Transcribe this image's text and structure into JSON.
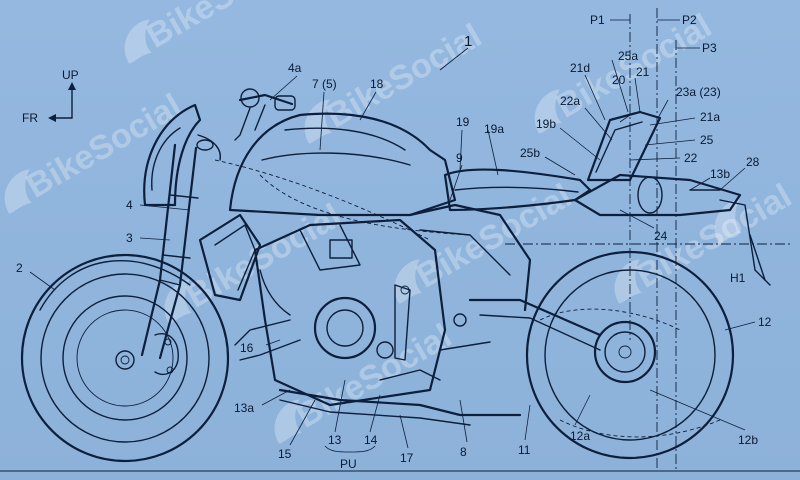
{
  "watermark": {
    "text": "BikeSocial"
  },
  "orientation": {
    "up": "UP",
    "front": "FR"
  },
  "reference_planes": {
    "p1": "P1",
    "p2": "P2",
    "p3": "P3",
    "h1": "H1"
  },
  "labels": {
    "l1": "1",
    "l2": "2",
    "l3": "3",
    "l4": "4",
    "l4a": "4a",
    "l7": "7 (5)",
    "l8": "8",
    "l9": "9",
    "l11": "11",
    "l12": "12",
    "l12a": "12a",
    "l12b": "12b",
    "l13": "13",
    "l13a": "13a",
    "l13b": "13b",
    "l14": "14",
    "l15": "15",
    "l16": "16",
    "l17": "17",
    "l18": "18",
    "l19": "19",
    "l19a": "19a",
    "l19b": "19b",
    "l20": "20",
    "l21": "21",
    "l21a": "21a",
    "l21d": "21d",
    "l22": "22",
    "l22a": "22a",
    "l23a": "23a (23)",
    "l24": "24",
    "l25": "25",
    "l25a": "25a",
    "l25b": "25b",
    "l28": "28",
    "pu": "PU"
  }
}
